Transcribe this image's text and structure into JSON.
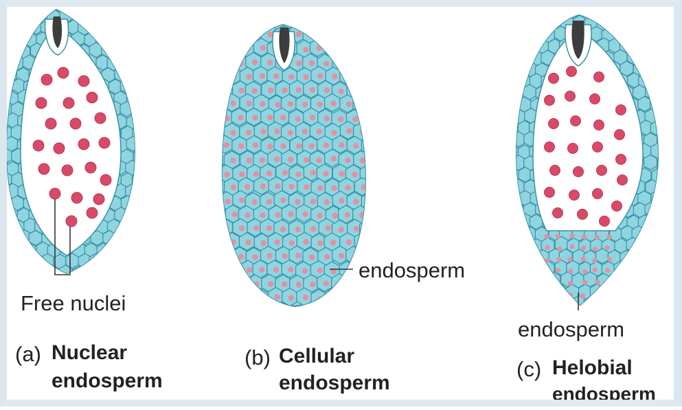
{
  "panels": {
    "a": {
      "label_free": "Free nuclei",
      "caption_prefix": "(a)",
      "caption_bold_1": "Nuclear",
      "caption_bold_2": "endosperm"
    },
    "b": {
      "label_callout": "endosperm",
      "caption_prefix": "(b)",
      "caption_bold_1": "Cellular",
      "caption_bold_2": "endosperm"
    },
    "c": {
      "label_callout": "endosperm",
      "caption_prefix": "(c)",
      "caption_bold_1": "Helobial",
      "caption_bold_2": "endosperm"
    }
  },
  "colors": {
    "cell_fill": "#8fd5e0",
    "cell_edge": "#3b8fa6",
    "nucleus": "#d94a68",
    "nucleus_light": "#e58fa2",
    "embryo": "#3d3d3d"
  }
}
